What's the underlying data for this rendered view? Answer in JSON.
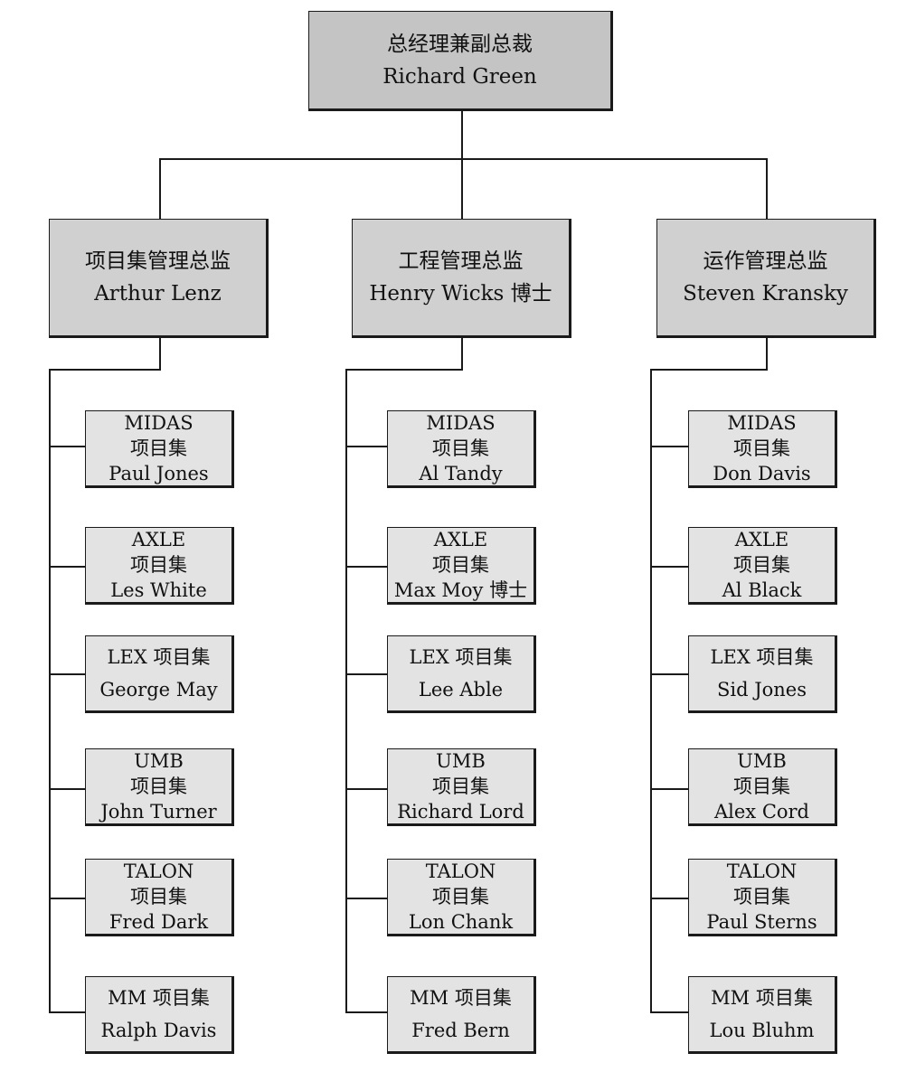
{
  "top": {
    "title": "总经理兼副总裁",
    "name": "Richard Green"
  },
  "directors": [
    {
      "title": "项目集管理总监",
      "name": "Arthur Lenz",
      "programs": [
        {
          "lines": [
            "MIDAS",
            "项目集",
            "Paul Jones"
          ]
        },
        {
          "lines": [
            "AXLE",
            "项目集",
            "Les White"
          ]
        },
        {
          "lines": [
            "LEX 项目集",
            "George May"
          ]
        },
        {
          "lines": [
            "UMB",
            "项目集",
            "John Turner"
          ]
        },
        {
          "lines": [
            "TALON",
            "项目集",
            "Fred Dark"
          ]
        },
        {
          "lines": [
            "MM 项目集",
            "Ralph Davis"
          ]
        }
      ]
    },
    {
      "title": "工程管理总监",
      "name": "Henry Wicks 博士",
      "programs": [
        {
          "lines": [
            "MIDAS",
            "项目集",
            "Al Tandy"
          ]
        },
        {
          "lines": [
            "AXLE",
            "项目集",
            "Max Moy 博士"
          ]
        },
        {
          "lines": [
            "LEX 项目集",
            "Lee Able"
          ]
        },
        {
          "lines": [
            "UMB",
            "项目集",
            "Richard Lord"
          ]
        },
        {
          "lines": [
            "TALON",
            "项目集",
            "Lon Chank"
          ]
        },
        {
          "lines": [
            "MM 项目集",
            "Fred Bern"
          ]
        }
      ]
    },
    {
      "title": "运作管理总监",
      "name": "Steven Kransky",
      "programs": [
        {
          "lines": [
            "MIDAS",
            "项目集",
            "Don Davis"
          ]
        },
        {
          "lines": [
            "AXLE",
            "项目集",
            "Al Black"
          ]
        },
        {
          "lines": [
            "LEX 项目集",
            "Sid Jones"
          ]
        },
        {
          "lines": [
            "UMB",
            "项目集",
            "Alex Cord"
          ]
        },
        {
          "lines": [
            "TALON",
            "项目集",
            "Paul Sterns"
          ]
        },
        {
          "lines": [
            "MM 项目集",
            "Lou Bluhm"
          ]
        }
      ]
    }
  ]
}
